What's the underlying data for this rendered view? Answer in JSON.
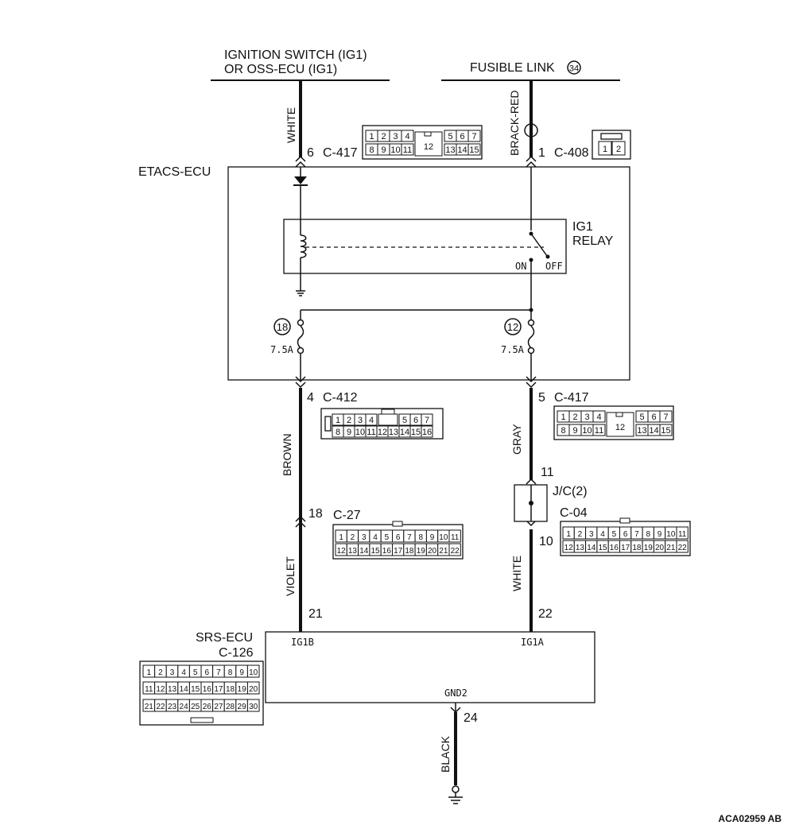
{
  "sources": {
    "ignition_line1": "IGNITION SWITCH (IG1)",
    "ignition_line2": "OR OSS-ECU (IG1)",
    "fusible_label": "FUSIBLE LINK",
    "fusible_number": "34"
  },
  "wires": {
    "left_top": "WHITE",
    "right_top": "BRACK-RED",
    "left_mid": "BROWN",
    "right_mid": "GRAY",
    "left_low": "VIOLET",
    "right_low": "WHITE",
    "ground": "BLACK"
  },
  "pins": {
    "c417_top": "6",
    "c408": "1",
    "c412": "4",
    "c417_mid": "5",
    "c27": "18",
    "jc_in": "11",
    "jc_out": "10",
    "srs_left": "21",
    "srs_right": "22",
    "gnd": "24",
    "inline_marker": "1"
  },
  "connectors": {
    "c417_top": "C-417",
    "c408": "C-408",
    "c412": "C-412",
    "c417_mid": "C-417",
    "c27": "C-27",
    "c04": "C-04",
    "c126": "C-126"
  },
  "etacs": {
    "name": "ETACS-ECU",
    "relay_line1": "IG1",
    "relay_line2": "RELAY",
    "on": "ON",
    "off": "OFF",
    "fuse_left_number": "18",
    "fuse_right_number": "12",
    "fuse_left_rating": "7.5A",
    "fuse_right_rating": "7.5A"
  },
  "jc": {
    "label": "J/C(2)"
  },
  "srs": {
    "name": "SRS-ECU",
    "ig1b": "IG1B",
    "ig1a": "IG1A",
    "gnd2": "GND2"
  },
  "connector_faces": {
    "c417": {
      "top": [
        "1",
        "2",
        "3",
        "4",
        "5",
        "6",
        "7"
      ],
      "bottom": [
        "8",
        "9",
        "10",
        "11",
        "12",
        "13",
        "14",
        "15"
      ]
    },
    "c408": {
      "cells": [
        "1",
        "2"
      ]
    },
    "c412": {
      "top": [
        "1",
        "2",
        "3",
        "4",
        "5",
        "6",
        "7"
      ],
      "bottom": [
        "8",
        "9",
        "10",
        "11",
        "12",
        "13",
        "14",
        "15",
        "16"
      ]
    },
    "c27": {
      "top": [
        "1",
        "2",
        "3",
        "4",
        "5",
        "6",
        "7",
        "8",
        "9",
        "10",
        "11"
      ],
      "bottom": [
        "12",
        "13",
        "14",
        "15",
        "16",
        "17",
        "18",
        "19",
        "20",
        "21",
        "22"
      ]
    },
    "c126": {
      "row1": [
        "1",
        "2",
        "3",
        "4",
        "5",
        "6",
        "7",
        "8",
        "9",
        "10"
      ],
      "row2": [
        "11",
        "12",
        "13",
        "14",
        "15",
        "16",
        "17",
        "18",
        "19",
        "20"
      ],
      "row3": [
        "21",
        "22",
        "23",
        "24",
        "25",
        "26",
        "27",
        "28",
        "29",
        "30"
      ]
    }
  },
  "figure_id": "ACA02959 AB"
}
